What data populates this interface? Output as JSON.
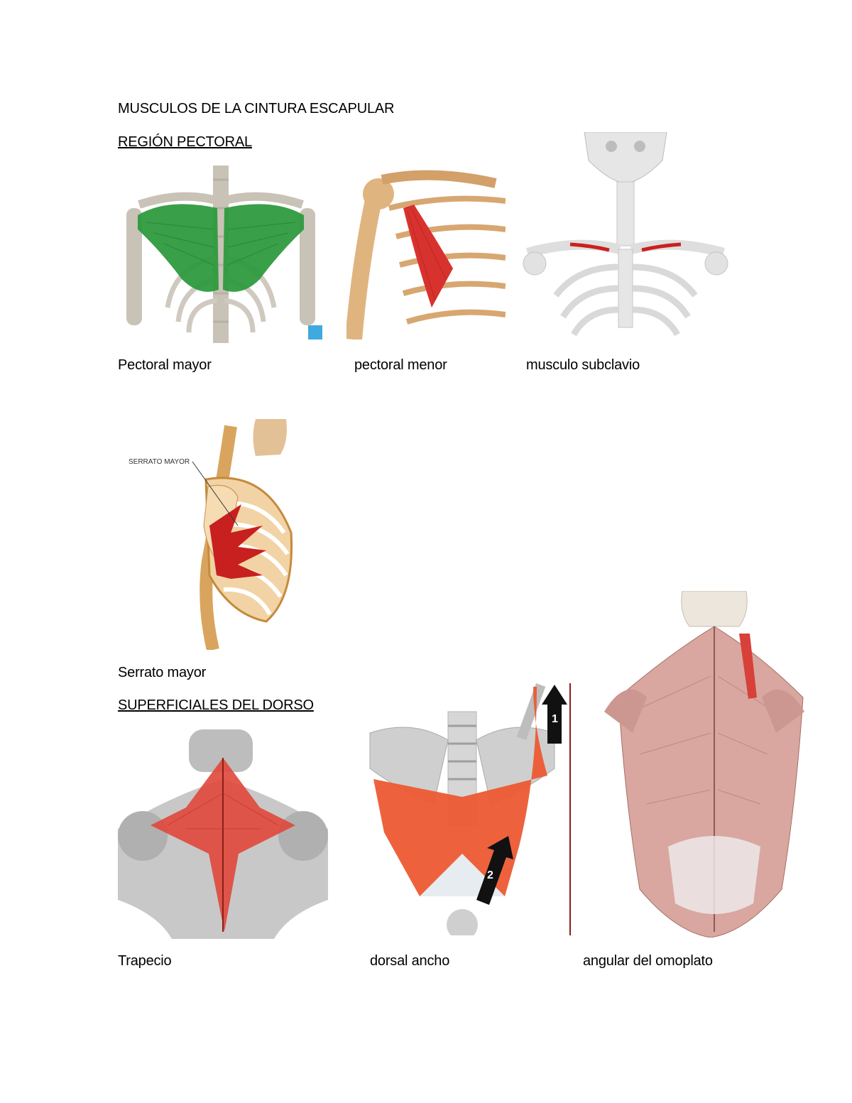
{
  "document": {
    "title": "MUSCULOS DE LA CINTURA ESCAPULAR",
    "sections": [
      {
        "heading": "REGIÓN PECTORAL",
        "figures": [
          {
            "caption": "Pectoral mayor",
            "highlight_color": "#2e9a3e"
          },
          {
            "caption": "pectoral menor",
            "highlight_color": "#d8322f"
          },
          {
            "caption": "musculo subclavio",
            "highlight_color": "#cc1f1f"
          },
          {
            "caption": "Serrato mayor",
            "label": "SERRATO MAYOR",
            "highlight_color": "#c8201f"
          }
        ]
      },
      {
        "heading": "SUPERFICIALES DEL DORSO",
        "figures": [
          {
            "caption": "Trapecio",
            "highlight_color": "#e0473b"
          },
          {
            "caption": "dorsal ancho",
            "arrow_labels": [
              "1",
              "2"
            ],
            "highlight_color": "#ec5a32"
          },
          {
            "caption": "angular del omoplato",
            "highlight_color": "#d8403a"
          }
        ]
      }
    ]
  }
}
